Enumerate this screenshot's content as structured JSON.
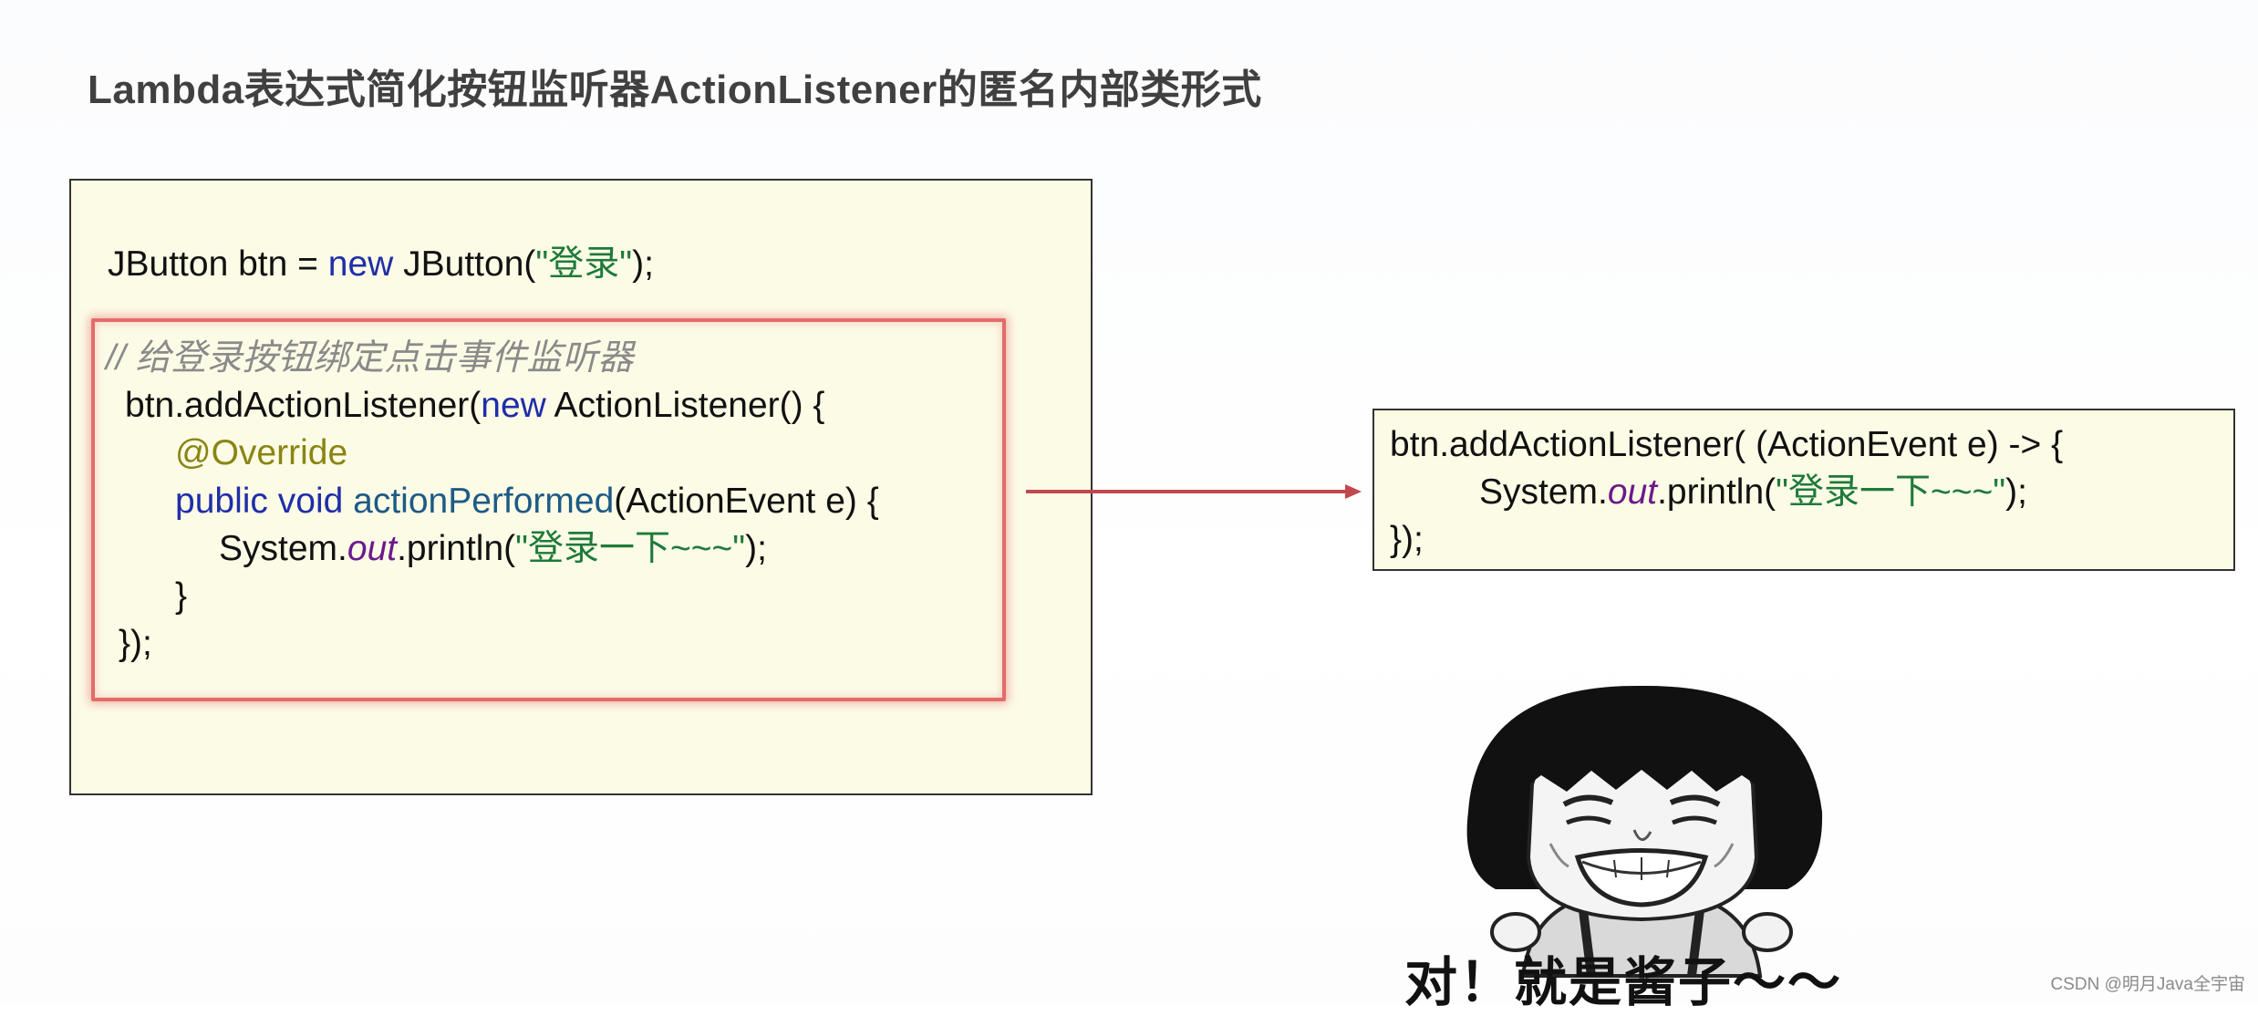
{
  "slide": {
    "title": "Lambda表达式简化按钮监听器ActionListener的匿名内部类形式"
  },
  "left_code": {
    "line1": {
      "t1": "JButton btn = ",
      "kw": "new",
      "t2": " JButton(",
      "str": "\"登录\"",
      "t3": ");"
    },
    "comment": "// 给登录按钮绑定点击事件监听器",
    "line3": {
      "t1": "btn.addActionListener(",
      "kw": "new",
      "t2": " ActionListener() {"
    },
    "annotation": "@Override",
    "line5": {
      "kw1": "public",
      "kw2": "void",
      "fn": "actionPerformed",
      "t1": "(ActionEvent e) {"
    },
    "line6": {
      "t1": "System.",
      "out": "out",
      "t2": ".println(",
      "str": "\"登录一下~~~\"",
      "t3": ");"
    },
    "line7": "}",
    "line8": "});"
  },
  "right_code": {
    "line1": "btn.addActionListener( (ActionEvent e) -> {",
    "line2": {
      "t1": "System.",
      "out": "out",
      "t2": ".println(",
      "str": "\"登录一下~~~\"",
      "t3": ");"
    },
    "line3": "});"
  },
  "meme": {
    "caption": "对！就是酱子～～"
  },
  "watermark": "CSDN @明月Java全宇宙",
  "colors": {
    "keyword": "#1f2ea8",
    "string": "#1e7a3a",
    "annotation": "#8a8514",
    "static_field": "#6a1a8a",
    "comment": "#8a8a8a",
    "highlight_border": "#e46b6b",
    "arrow": "#c0494f",
    "panel_bg": "#fcfbe6"
  }
}
